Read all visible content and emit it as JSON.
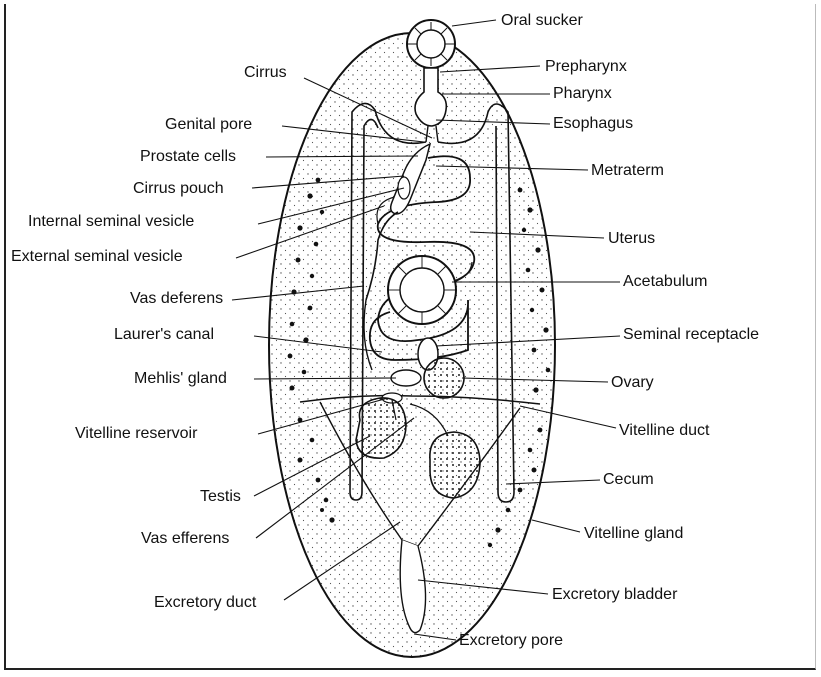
{
  "labels": {
    "oral_sucker": "Oral sucker",
    "prepharynx": "Prepharynx",
    "pharynx": "Pharynx",
    "esophagus": "Esophagus",
    "metraterm": "Metraterm",
    "uterus": "Uterus",
    "acetabulum": "Acetabulum",
    "seminal_receptacle": "Seminal receptacle",
    "ovary": "Ovary",
    "vitelline_duct": "Vitelline duct",
    "cecum": "Cecum",
    "vitelline_gland": "Vitelline gland",
    "excretory_bladder": "Excretory bladder",
    "excretory_pore": "Excretory pore",
    "cirrus": "Cirrus",
    "genital_pore": "Genital pore",
    "prostate_cells": "Prostate cells",
    "cirrus_pouch": "Cirrus pouch",
    "internal_seminal_vesicle": "Internal seminal vesicle",
    "external_seminal_vesicle": "External seminal vesicle",
    "vas_deferens": "Vas deferens",
    "laurers_canal": "Laurer's canal",
    "mehlis_gland": "Mehlis' gland",
    "vitelline_reservoir": "Vitelline reservoir",
    "testis": "Testis",
    "vas_efferens": "Vas efferens",
    "excretory_duct": "Excretory duct"
  }
}
